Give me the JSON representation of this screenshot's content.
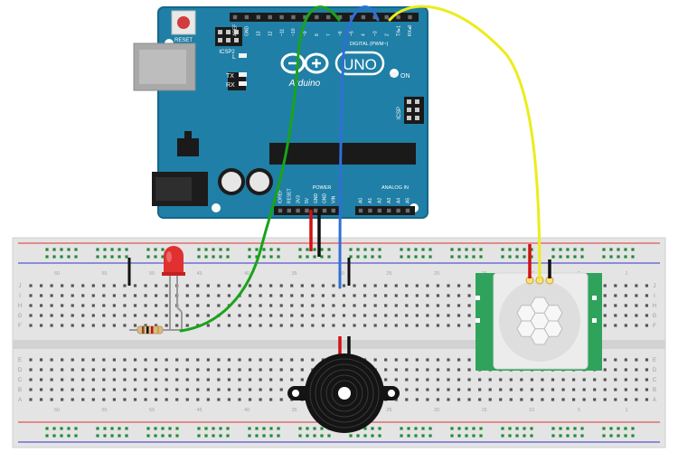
{
  "board": {
    "brand": "Arduino",
    "model": "UNO",
    "reset_label": "RESET",
    "icsp2_label": "ICSP2",
    "icsp_label": "ICSP",
    "on_label": "ON",
    "led_l": "L",
    "led_tx": "TX",
    "led_rx": "RX",
    "digital_label": "DIGITAL (PWM~)",
    "analog_label": "ANALOG IN",
    "power_label": "POWER",
    "digital_pins": [
      "AREF",
      "GND",
      "13",
      "12",
      "~11",
      "~10",
      "~9",
      "8",
      "7",
      "~6",
      "~5",
      "4",
      "~3",
      "2",
      "TX▸1",
      "RX◂0"
    ],
    "power_pins": [
      "IOREF",
      "RESET",
      "3V3",
      "5V",
      "GND",
      "GND",
      "VIN"
    ],
    "analog_pins": [
      "A0",
      "A1",
      "A2",
      "A3",
      "A4",
      "A5"
    ]
  },
  "breadboard": {
    "row_letters_top": [
      "J",
      "I",
      "H",
      "G",
      "F"
    ],
    "row_letters_bottom": [
      "E",
      "D",
      "C",
      "B",
      "A"
    ],
    "column_numbers": [
      "60",
      "55",
      "50",
      "45",
      "40",
      "35",
      "30",
      "25",
      "20",
      "15",
      "10",
      "5",
      "1"
    ]
  },
  "wire_colors": {
    "signal_led": "#1aa31a",
    "signal_buzzer": "#2f6fd6",
    "signal_pir": "#ecec1c",
    "power": "#d01010",
    "ground": "#111111"
  }
}
